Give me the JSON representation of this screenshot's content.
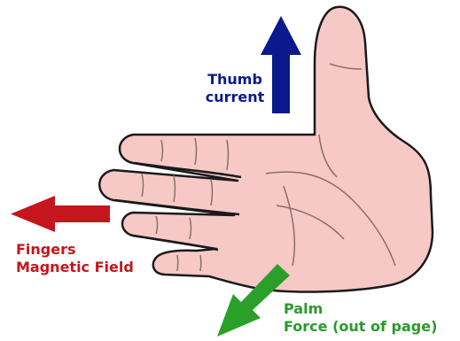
{
  "labels": {
    "thumb": {
      "title": "Thumb",
      "subtitle": "current",
      "color": "#0a1a8c"
    },
    "fingers": {
      "title": "Fingers",
      "subtitle": "Magnetic Field",
      "color": "#c4161c"
    },
    "palm": {
      "title": "Palm",
      "subtitle": "Force (out of page)",
      "color": "#2a9a2a"
    }
  },
  "colors": {
    "hand_fill": "#f6c9c6",
    "hand_outline": "#1a1a1a",
    "arrow_thumb": "#0a1a8c",
    "arrow_fingers": "#c4161c",
    "arrow_palm": "#2aa02a"
  }
}
